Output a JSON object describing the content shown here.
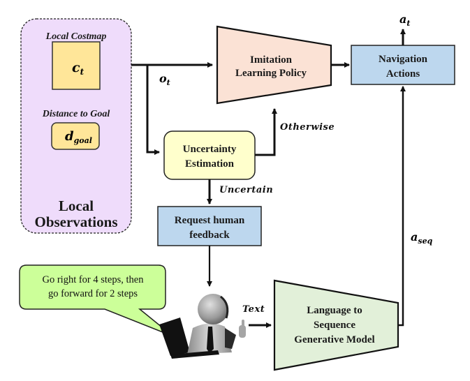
{
  "diagram": {
    "local_observations": {
      "title": "Local Observations",
      "title_line1": "Local",
      "title_line2": "Observations",
      "costmap_label": "Local Costmap",
      "costmap_symbol": "c",
      "costmap_subscript": "t",
      "distance_label": "Distance to Goal",
      "distance_symbol": "d",
      "distance_subscript": "goal",
      "fill": "#efdcfb"
    },
    "observation_edge": {
      "symbol": "o",
      "subscript": "t"
    },
    "imitation_policy": {
      "line1": "Imitation",
      "line2": "Learning  Policy",
      "fill": "#fbe2d5"
    },
    "navigation_actions": {
      "line1": "Navigation",
      "line2": "Actions",
      "fill": "#bdd7ee"
    },
    "action_output": {
      "symbol": "a",
      "subscript": "t"
    },
    "uncertainty_estimation": {
      "line1": "Uncertainty",
      "line2": "Estimation",
      "fill": "#ffffcc"
    },
    "otherwise_label": "Otherwise",
    "uncertain_label": "Uncertain",
    "request_feedback": {
      "line1": "Request human",
      "line2": "feedback",
      "fill": "#bdd7ee"
    },
    "speech_bubble": {
      "line1": "Go right for 4 steps, then",
      "line2": "go forward for 2 steps",
      "fill": "#ccff99"
    },
    "human_operator": {
      "icon": "person-with-laptop-icon"
    },
    "text_edge_label": "Text",
    "language_model": {
      "line1": "Language to",
      "line2": "Sequence",
      "line3": "Generative Model",
      "fill": "#e2f0d9"
    },
    "sequence_edge": {
      "symbol": "a",
      "subscript": "seq"
    }
  }
}
